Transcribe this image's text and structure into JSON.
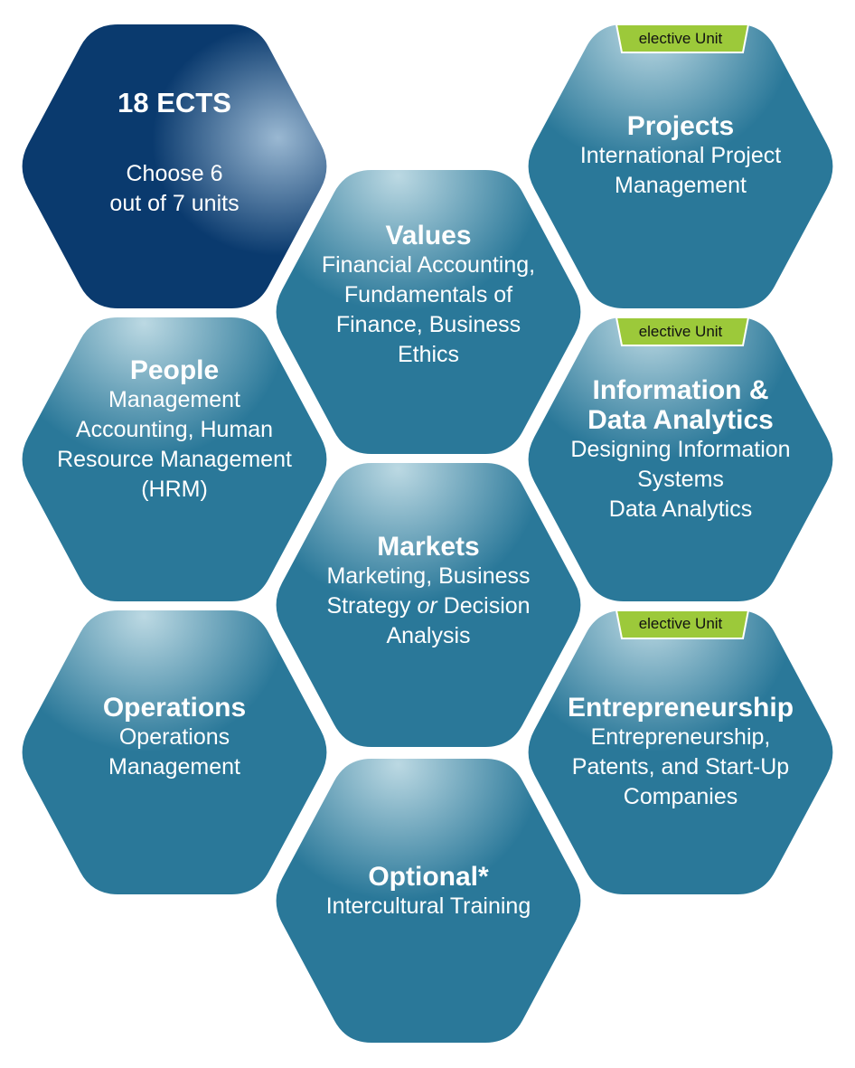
{
  "colors": {
    "hex_fill": "#2a7899",
    "hex_highlight": "#bcd9e3",
    "ects_fill": "#0a3a6e",
    "ects_highlight": "#9ab8d2",
    "badge_fill": "#9cc93a",
    "text": "#ffffff"
  },
  "ects": {
    "title": "18 ECTS",
    "body": "Choose 6\nout of 7 units"
  },
  "badge": {
    "label": "elective Unit"
  },
  "units": {
    "projects": {
      "title": "Projects",
      "body": "International Project\nManagement"
    },
    "values": {
      "title": "Values",
      "body": "Financial Accounting,\nFundamentals of\nFinance, Business\nEthics"
    },
    "people": {
      "title": "People",
      "body": "Management\nAccounting, Human\nResource Management\n(HRM)"
    },
    "info": {
      "title": "Information &\nData Analytics",
      "body": "Designing Information\nSystems\nData Analytics"
    },
    "markets": {
      "title": "Markets",
      "body_line1": "Marketing, Business",
      "body_pre": "Strategy ",
      "body_or": "or",
      "body_post": " Decision",
      "body_line3": "Analysis"
    },
    "operations": {
      "title": "Operations",
      "body": "Operations\nManagement"
    },
    "entrepreneurship": {
      "title": "Entrepreneurship",
      "body": "Entrepreneurship,\nPatents, and Start-Up\nCompanies"
    },
    "optional": {
      "title": "Optional*",
      "body": "Intercultural Training"
    }
  }
}
